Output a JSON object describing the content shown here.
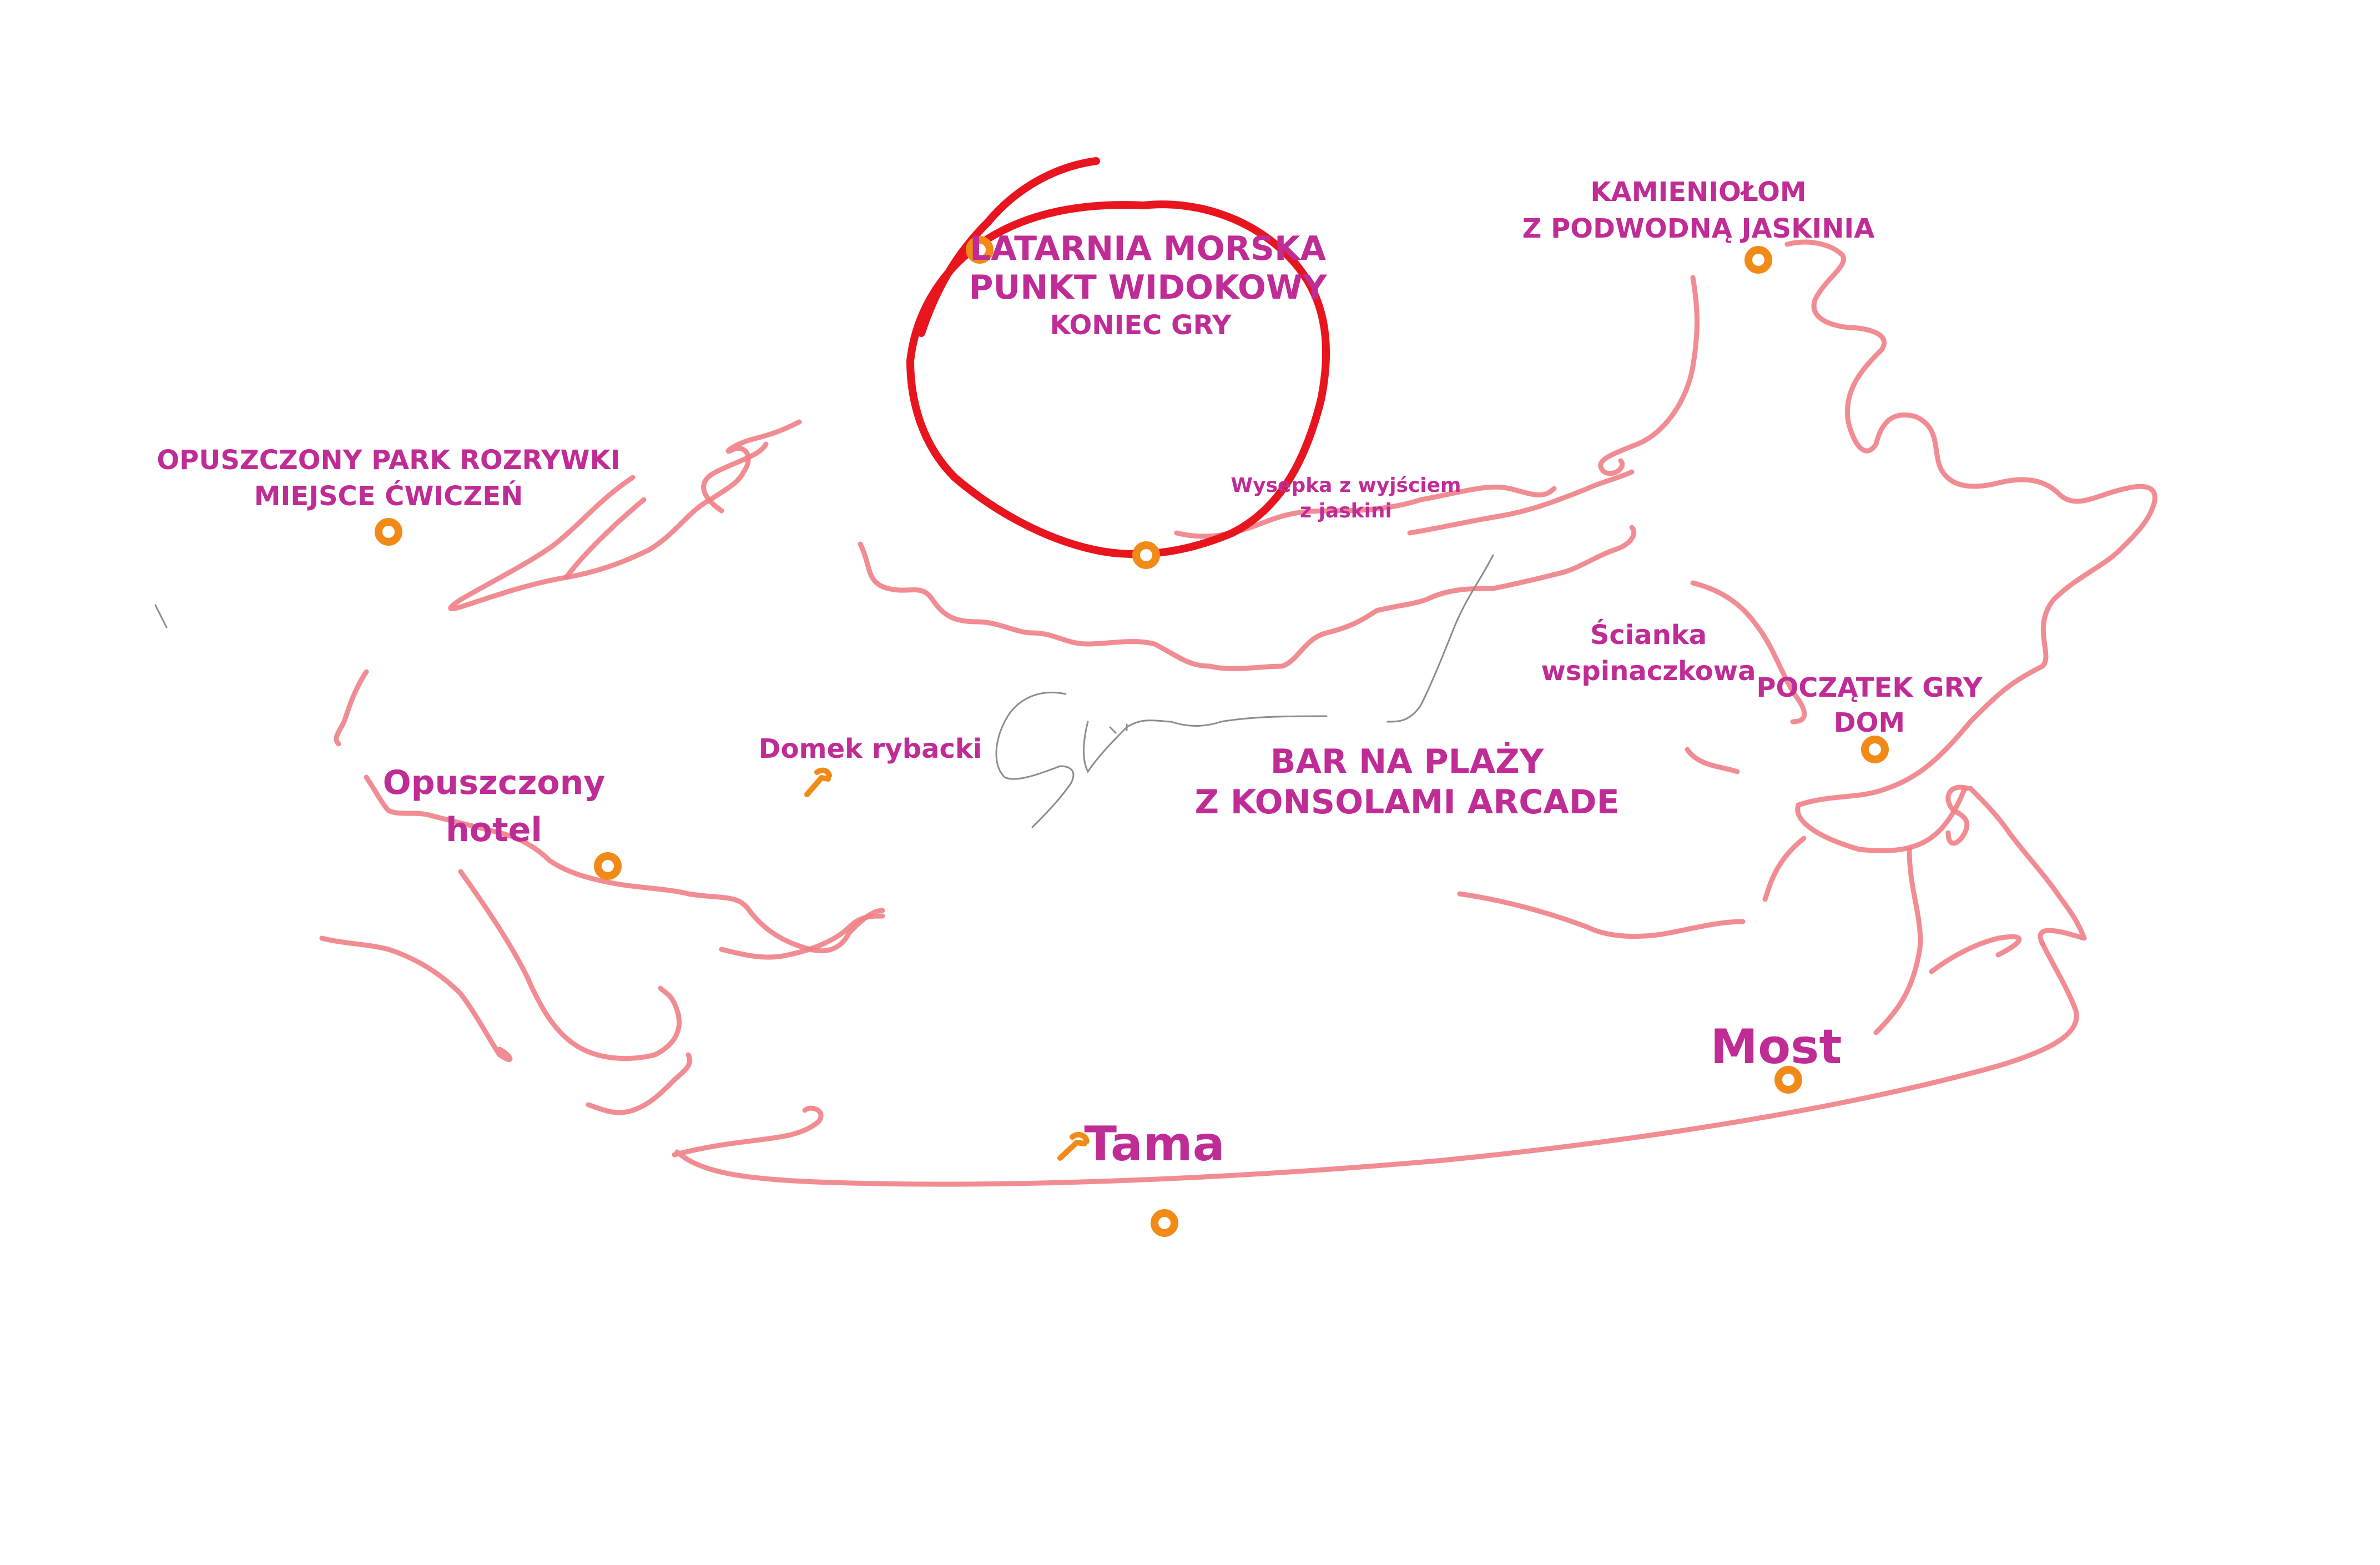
{
  "map": {
    "labels": {
      "lighthouse_1": "LATARNIA MORSKA",
      "lighthouse_2": "PUNKT WIDOKOWY",
      "lighthouse_3": "KONIEC GRY",
      "quarry_1": "KAMIENIOŁOM",
      "quarry_2": "Z PODWODNĄ JASKINIA",
      "park_1": "OPUSZCZONY PARK ROZRYWKI",
      "park_2": "MIEJSCE ĆWICZEŃ",
      "islet_1": "Wysepka z wyjściem",
      "islet_2": "z jaskini",
      "climbing_1": "Ścianka",
      "climbing_2": "wspinaczkowa",
      "start_1": "POCZĄTEK GRY",
      "start_2": "DOM",
      "fisher": "Domek rybacki",
      "bar_1": "BAR NA PLAŻY",
      "bar_2": "Z KONSOLAMI ARCADE",
      "hotel_1": "Opuszczony",
      "hotel_2": "hotel",
      "bridge": "Most",
      "dam": "Tama"
    },
    "colors": {
      "label": "#c02c95",
      "coastline": "#f07f86",
      "highlight_circle": "#e8151f",
      "marker": "#f28a18",
      "background": "#ffffff"
    },
    "icons": [
      "location-marker-icon",
      "wrench-icon"
    ]
  }
}
